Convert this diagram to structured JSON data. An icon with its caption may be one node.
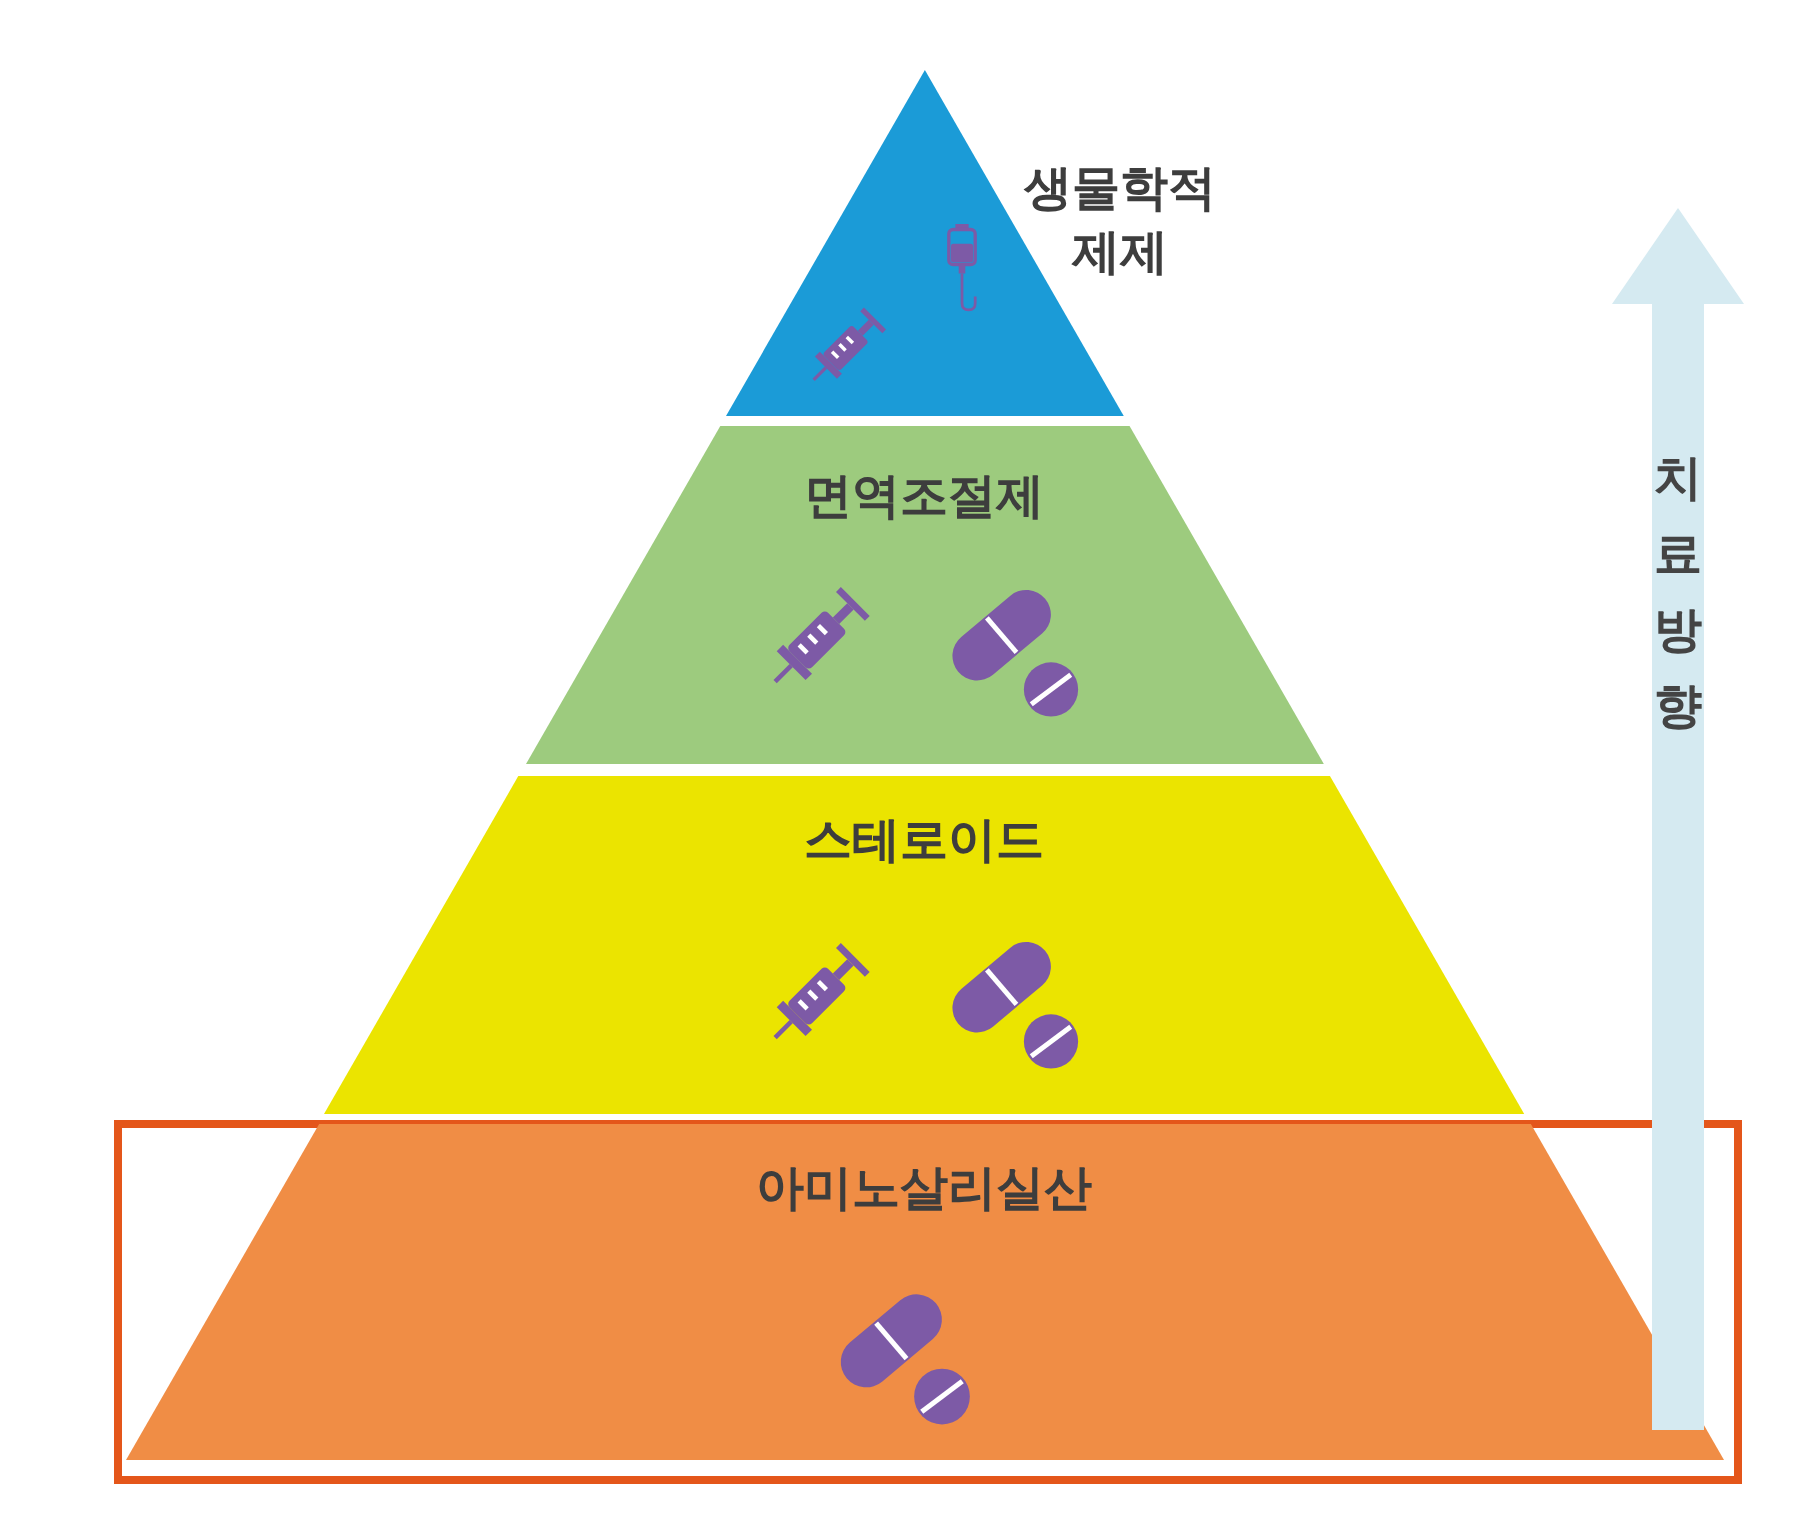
{
  "diagram": {
    "nodes": [
      {
        "text": [
          "생물학적 제제"
        ]
      },
      {
        "text": [
          "면역조절제"
        ]
      },
      {
        "text": [
          "스테로이드"
        ]
      },
      {
        "text": [],
        "shape": "box"
      },
      {
        "text": [
          "아미노살리실산"
        ],
        "in": 3
      }
    ],
    "labels": [
      "치료방향"
    ]
  }
}
